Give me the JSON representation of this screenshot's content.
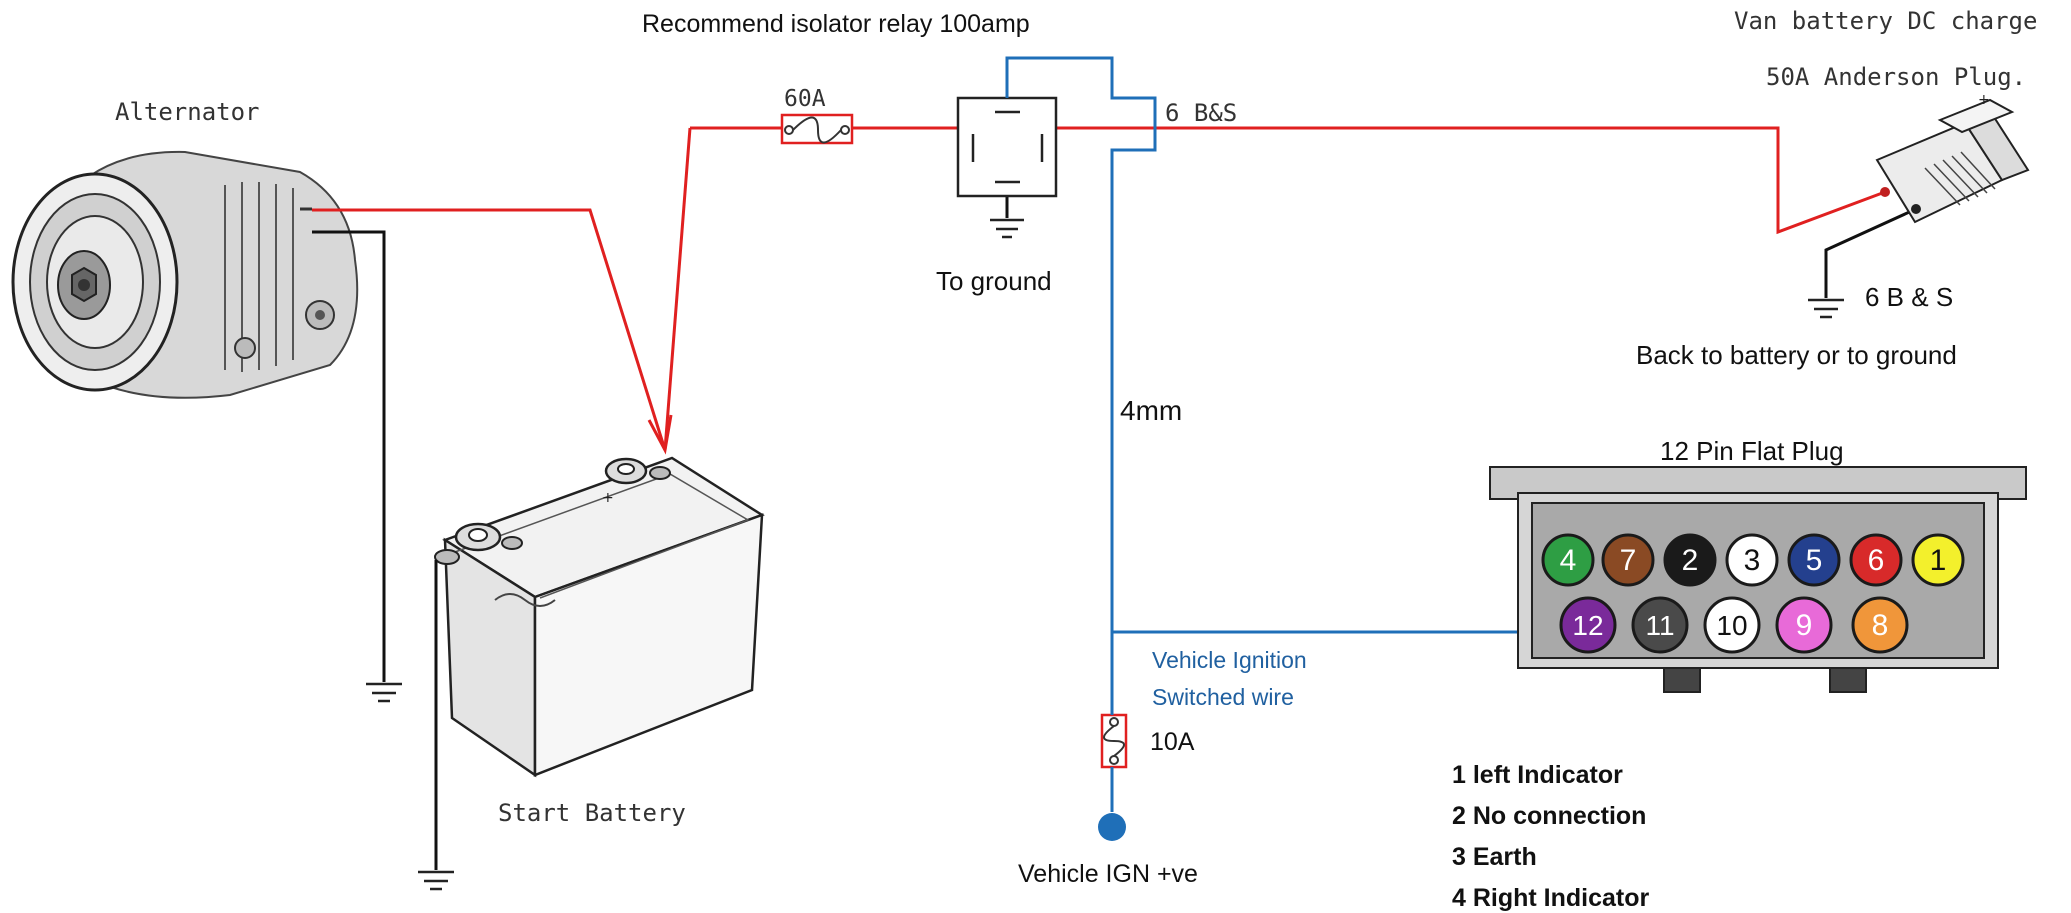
{
  "labels": {
    "relay_title": "Recommend isolator relay 100amp",
    "alternator": "Alternator",
    "fuse_60a": "60A",
    "cable_6bs_top": "6 B&S",
    "to_ground": "To ground",
    "van_battery": "Van battery DC charge",
    "anderson": "50A Anderson Plug.",
    "cable_6bs_right": "6 B & S",
    "back_to_battery": "Back to battery or to ground",
    "cable_4mm": "4mm",
    "plug_title": "12 Pin Flat Plug",
    "ign_line1": "Vehicle Ignition",
    "ign_line2": "Switched wire",
    "fuse_10a": "10A",
    "start_battery": "Start Battery",
    "vehicle_ign": "Vehicle IGN +ve"
  },
  "pins": [
    {
      "label": "4",
      "color": "#2e9e44"
    },
    {
      "label": "7",
      "color": "#8a4a24"
    },
    {
      "label": "2",
      "color": "#1a1a1a"
    },
    {
      "label": "3",
      "color": "#ffffff"
    },
    {
      "label": "5",
      "color": "#24408e"
    },
    {
      "label": "6",
      "color": "#d82a2a"
    },
    {
      "label": "1",
      "color": "#f3f02c"
    },
    {
      "label": "12",
      "color": "#7a2a9a"
    },
    {
      "label": "11",
      "color": "#4a4a4a"
    },
    {
      "label": "10",
      "color": "#ffffff"
    },
    {
      "label": "9",
      "color": "#e86ad8"
    },
    {
      "label": "8",
      "color": "#f0963a"
    }
  ],
  "pin_list": [
    "1  left Indicator",
    "2 No connection",
    "3  Earth",
    "4 Right Indicator"
  ],
  "colors": {
    "positive_wire": "#e02020",
    "signal_wire": "#1f6fb8",
    "ground_wire": "#111111"
  }
}
